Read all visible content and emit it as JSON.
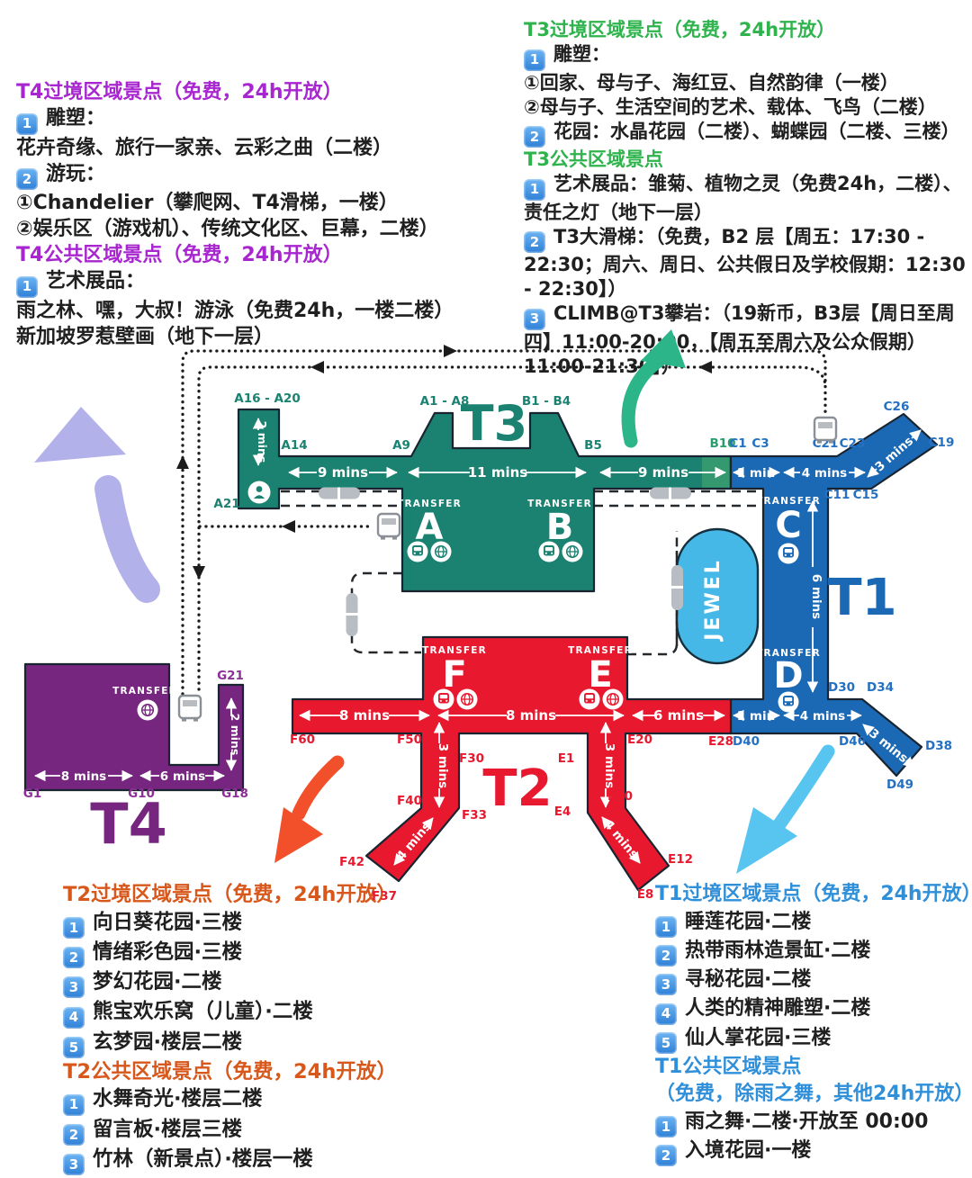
{
  "colors": {
    "t3_teal": "#1B8271",
    "t3_light_green": "#35996F",
    "t1_blue": "#1B69B4",
    "t2_red": "#E8192F",
    "t4_purple": "#76267F",
    "jewel_blue": "#45B8E8",
    "heading_purple": "#A826CF",
    "heading_green": "#2EB34D",
    "heading_orange": "#D8571B",
    "heading_blue": "#2F8FD9",
    "badge_blue": "#3F92E0",
    "arrow_green": "#2CB589",
    "arrow_lavender": "#B3B1EA",
    "arrow_orange": "#F1502A",
    "arrow_cyan": "#58C4F0"
  },
  "blocks": {
    "t4_top": {
      "lines": [
        {
          "text": "T4过境区域景点（免费，24h开放）"
        },
        {
          "num": "1",
          "text": "雕塑："
        },
        {
          "text": "花卉奇缘、旅行一家亲、云彩之曲（二楼）"
        },
        {
          "num": "2",
          "text": "游玩："
        },
        {
          "text": "①Chandelier（攀爬网、T4滑梯，一楼）"
        },
        {
          "text": "②娱乐区（游戏机）、传统文化区、巨幕，二楼）"
        },
        {
          "text": "T4公共区域景点（免费，24h开放）"
        },
        {
          "num": "1",
          "text": "艺术展品："
        },
        {
          "text": "雨之林、嘿，大叔！游泳（免费24h，一楼二楼）"
        },
        {
          "text": "新加坡罗惹壁画（地下一层）"
        }
      ]
    },
    "t3_top": {
      "lines": [
        {
          "text": "T3过境区域景点（免费，24h开放）"
        },
        {
          "num": "1",
          "text": "雕塑："
        },
        {
          "text": "①回家、母与子、海红豆、自然韵律（一楼）"
        },
        {
          "text": "②母与子、生活空间的艺术、载体、飞鸟（二楼）"
        },
        {
          "num": "2",
          "text": "花园：水晶花园（二楼）、蝴蝶园（二楼、三楼）"
        },
        {
          "text": "T3公共区域景点"
        },
        {
          "num": "1",
          "text": "艺术展品：雏菊、植物之灵（免费24h，二楼）、责任之灯（地下一层）"
        },
        {
          "num": "2",
          "text": "T3大滑梯：（免费，B2 层【周五：17:30 - 22:30；周六、周日、公共假日及学校假期：12:30 - 22:30】）"
        },
        {
          "num": "3",
          "text": "CLIMB@T3攀岩：（19新币，B3层【周日至周四】11:00-20:00，【周五至周六及公众假期）11:00-21:30】）"
        }
      ]
    },
    "t2_bottom": {
      "lines": [
        {
          "text": "T2过境区域景点（免费，24h开放）"
        },
        {
          "num": "1",
          "text": "向日葵花园·三楼"
        },
        {
          "num": "2",
          "text": "情绪彩色园·三楼"
        },
        {
          "num": "3",
          "text": "梦幻花园·二楼"
        },
        {
          "num": "4",
          "text": "熊宝欢乐窝（儿童）·二楼"
        },
        {
          "num": "5",
          "text": "玄梦园·楼层二楼"
        },
        {
          "text": "T2公共区域景点（免费，24h开放）"
        },
        {
          "num": "1",
          "text": "水舞奇光·楼层二楼"
        },
        {
          "num": "2",
          "text": "留言板·楼层三楼"
        },
        {
          "num": "3",
          "text": "竹林（新景点）·楼层一楼"
        }
      ]
    },
    "t1_bottom": {
      "lines": [
        {
          "text": "T1过境区域景点（免费，24h开放）"
        },
        {
          "num": "1",
          "text": "睡莲花园·二楼"
        },
        {
          "num": "2",
          "text": "热带雨林造景缸·二楼"
        },
        {
          "num": "3",
          "text": "寻秘花园·二楼"
        },
        {
          "num": "4",
          "text": "人类的精神雕塑·二楼"
        },
        {
          "num": "5",
          "text": "仙人掌花园·三楼"
        },
        {
          "text": "T1公共区域景点"
        },
        {
          "text": "（免费，除雨之舞，其他24h开放）"
        },
        {
          "num": "1",
          "text": "雨之舞·二楼·开放至 00:00"
        },
        {
          "num": "2",
          "text": "入境花园·一楼"
        }
      ]
    }
  },
  "map": {
    "transfer_label": "TRANSFER",
    "jewel": "JEWEL",
    "t3": {
      "name": "T3",
      "letter_a": "A",
      "letter_b": "B",
      "gates": {
        "a16_a20": "A16 - A20",
        "a14": "A14",
        "a9": "A9",
        "a1_a8": "A1 - A8",
        "b1_b4": "B1 - B4",
        "b5": "B5",
        "a21": "A21",
        "b10": "B10"
      },
      "times": {
        "t2": "2 mins",
        "t9a": "9 mins",
        "t11": "11 mins",
        "t9b": "9 mins"
      }
    },
    "t1": {
      "name": "T1",
      "letter_c": "C",
      "letter_d": "D",
      "gates": {
        "c1": "C1",
        "c3": "C3",
        "c21": "C21",
        "c23": "C23",
        "c26": "C26",
        "c19": "C19",
        "c11": "C11",
        "c15": "C15",
        "d30": "D30",
        "d34": "D34",
        "d40": "D40",
        "d46": "D46",
        "d38": "D38",
        "d49": "D49"
      },
      "times": {
        "m1_top": "1 min",
        "m4_top": "4 mins",
        "m3_top": "3 mins",
        "m6": "6 mins",
        "m1_bot": "1 min",
        "m4_bot": "4 mins",
        "m3_bot": "3 mins"
      }
    },
    "t2": {
      "name": "T2",
      "letter_e": "E",
      "letter_f": "F",
      "gates": {
        "f60": "F60",
        "f50": "F50",
        "f30": "F30",
        "f40": "F40",
        "f33": "F33",
        "f42": "F42",
        "f37": "F37",
        "e20": "E20",
        "e1": "E1",
        "e10": "E10",
        "e4": "E4",
        "e12": "E12",
        "e8": "E8",
        "e28": "E28"
      },
      "times": {
        "m8a": "8 mins",
        "m8b": "8 mins",
        "m6": "6 mins",
        "m3f": "3 mins",
        "m3e": "3 mins",
        "m4f": "4 mins",
        "m4e": "4 mins"
      }
    },
    "t4": {
      "name": "T4",
      "gates": {
        "g21": "G21",
        "g1": "G1",
        "g10": "G10",
        "g18": "G18"
      },
      "times": {
        "m2": "2 mins",
        "m8": "8 mins",
        "m6": "6 mins"
      }
    }
  }
}
